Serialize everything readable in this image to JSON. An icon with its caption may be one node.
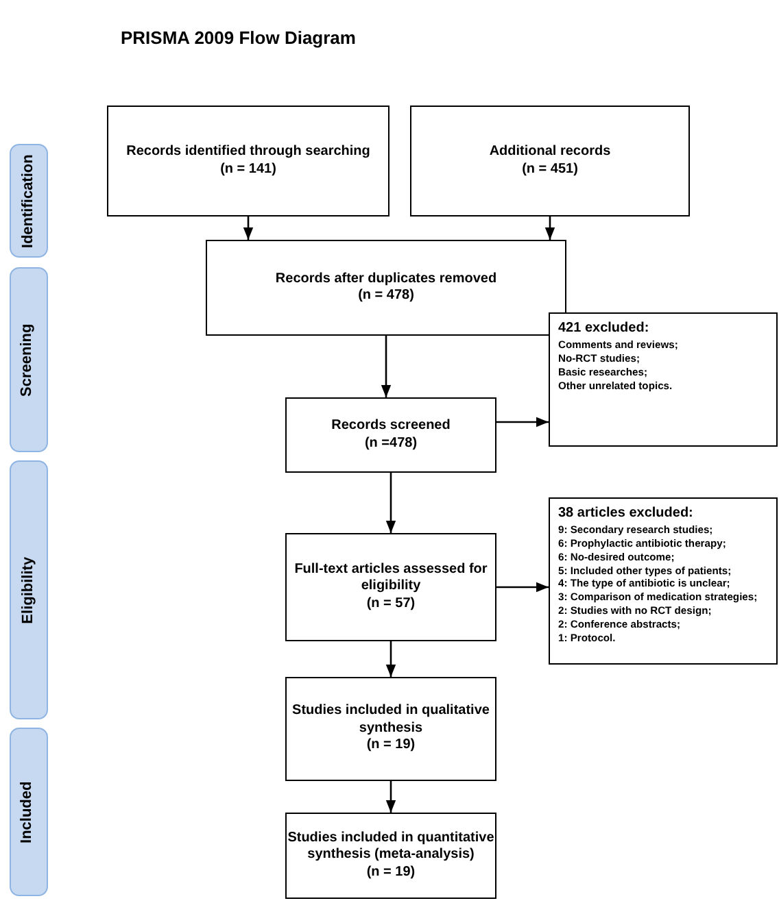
{
  "diagram": {
    "title": "PRISMA 2009 Flow Diagram",
    "nodes": [
      {
        "text": [
          "Identification"
        ]
      },
      {
        "text": [
          "Screening"
        ]
      },
      {
        "text": [
          "Eligibility"
        ]
      },
      {
        "text": [
          "Included"
        ]
      },
      {
        "text": [
          "Records identified through searching",
          "(n = 141)"
        ]
      },
      {
        "text": [
          "Additional records",
          "(n = 451)"
        ]
      },
      {
        "text": [
          "Records after duplicates removed",
          "(n = 478)"
        ]
      },
      {
        "text": [
          "Records screened",
          "(n =478)"
        ]
      },
      {
        "text": [
          "421 excluded:",
          "Comments and reviews;",
          "No-RCT studies;",
          "Basic researches;",
          "Other unrelated topics."
        ]
      },
      {
        "text": [
          "Full-text articles assessed for eligibility",
          "(n = 57)"
        ]
      },
      {
        "text": [
          "38 articles excluded:",
          "9: Secondary research studies;",
          "6: Prophylactic antibiotic therapy;",
          "6: No-desired outcome;",
          "5: Included other types of patients;",
          "4: The type of antibiotic is unclear;",
          "3: Comparison of medication strategies;",
          "2: Studies with no RCT design;",
          "2: Conference abstracts;",
          "1: Protocol."
        ]
      },
      {
        "text": [
          "Studies included in qualitative synthesis",
          "(n = 19)"
        ]
      },
      {
        "text": [
          "Studies included in quantitative synthesis (meta-analysis)",
          "(n = 19)"
        ]
      }
    ],
    "edges": [
      {
        "from": 4,
        "to": 6,
        "arrow": "to"
      },
      {
        "from": 5,
        "to": 6,
        "arrow": "to"
      },
      {
        "from": 6,
        "to": 7,
        "arrow": "to"
      },
      {
        "from": 7,
        "to": 8,
        "arrow": "to"
      },
      {
        "from": 7,
        "to": 9,
        "arrow": "to"
      },
      {
        "from": 9,
        "to": 10,
        "arrow": "to"
      },
      {
        "from": 9,
        "to": 11,
        "arrow": "to"
      },
      {
        "from": 11,
        "to": 12,
        "arrow": "to"
      }
    ]
  }
}
